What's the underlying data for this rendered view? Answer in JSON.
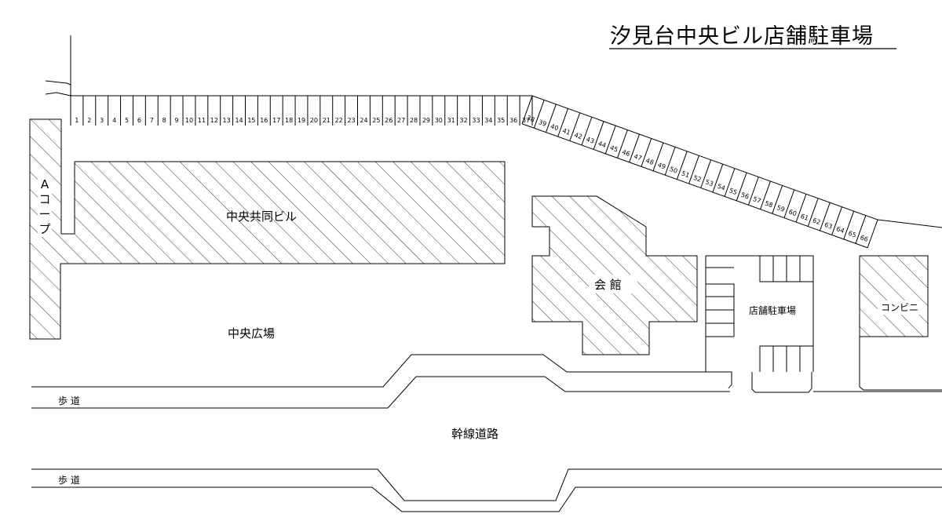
{
  "title": "汐見台中央ビル店舗駐車場",
  "buildings": {
    "co_op": "Aコープ",
    "central_building": "中央共同ビル",
    "hall": "会 館",
    "store_parking": "店舗駐車場",
    "convenience_store": "コンビニ"
  },
  "areas": {
    "central_plaza": "中央広場",
    "main_road": "幹線道路",
    "sidewalk_upper": "歩 道",
    "sidewalk_lower": "歩 道"
  },
  "parking_spaces": {
    "straight_row": [
      "1",
      "2",
      "3",
      "4",
      "5",
      "6",
      "7",
      "8",
      "9",
      "10",
      "11",
      "12",
      "13",
      "14",
      "15",
      "16",
      "17",
      "18",
      "19",
      "20",
      "21",
      "22",
      "23",
      "24",
      "25",
      "26",
      "27",
      "28",
      "29",
      "30",
      "31",
      "32",
      "33",
      "34",
      "35",
      "36",
      "37"
    ],
    "diagonal_row": [
      "38",
      "39",
      "40",
      "41",
      "42",
      "43",
      "44",
      "45",
      "46",
      "47",
      "48",
      "49",
      "50",
      "51",
      "52",
      "53",
      "54",
      "55",
      "56",
      "57",
      "58",
      "59",
      "60",
      "61",
      "62",
      "63",
      "64",
      "65",
      "66"
    ]
  }
}
